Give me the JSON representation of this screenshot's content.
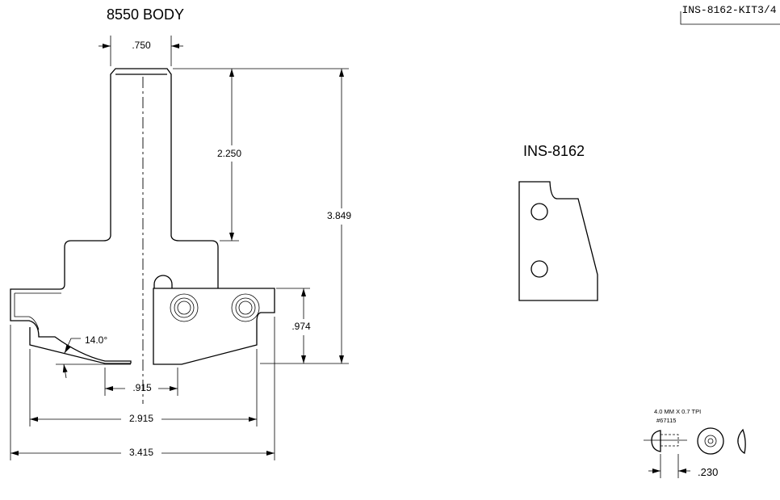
{
  "title": "8550 BODY",
  "drawing_number": "INS-8162-KIT3/4",
  "insert": {
    "title": "INS-8162"
  },
  "dimensions": {
    "shank_diameter": ".750",
    "shank_length": "2.250",
    "overall_height": "3.849",
    "cut_height": ".974",
    "center_offset": ".915",
    "inner_width": "2.915",
    "overall_width": "3.415",
    "angle": "14.0°"
  },
  "screw": {
    "thread": "4.0 MM X 0.7 TPI",
    "part_number": "#67115",
    "length": ".230"
  }
}
